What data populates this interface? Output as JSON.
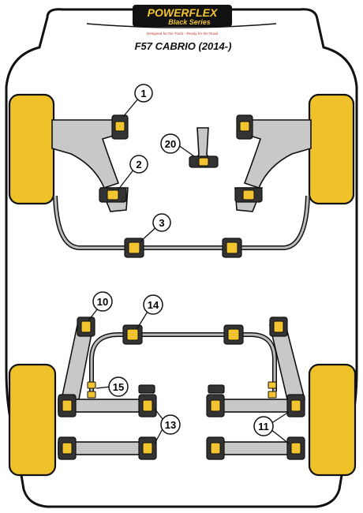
{
  "logo": {
    "brand": "POWERFLEX",
    "series": "Black Series",
    "tagline": "Designed for the Track - Ready for the Road"
  },
  "model": "F57 CABRIO (2014-)",
  "callouts": [
    {
      "id": "1",
      "label": "1"
    },
    {
      "id": "2",
      "label": "2"
    },
    {
      "id": "3",
      "label": "3"
    },
    {
      "id": "20",
      "label": "20"
    },
    {
      "id": "10",
      "label": "10"
    },
    {
      "id": "14",
      "label": "14"
    },
    {
      "id": "15",
      "label": "15"
    },
    {
      "id": "13",
      "label": "13"
    },
    {
      "id": "11",
      "label": "11"
    }
  ],
  "colors": {
    "bushing": "#f2c530",
    "tyre": "#f0c22a",
    "arm": "#c8c8c8",
    "outline": "#111111"
  }
}
